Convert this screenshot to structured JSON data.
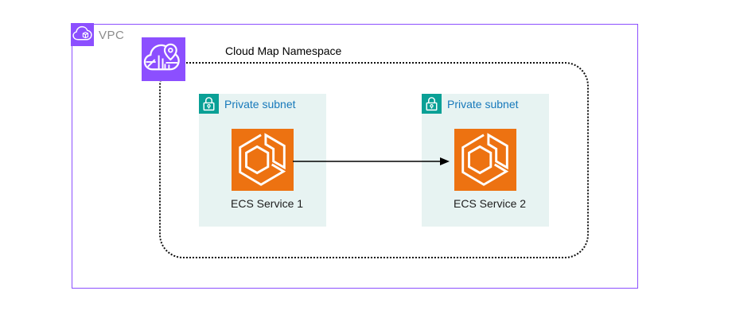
{
  "diagram": {
    "vpc": {
      "label": "VPC",
      "icon": "vpc-cloud-icon",
      "border_color": "#8C4FFF"
    },
    "namespace": {
      "label": "Cloud Map Namespace",
      "icon": "cloud-map-icon",
      "border_style": "dotted-rounded",
      "border_color": "#111111"
    },
    "subnets": [
      {
        "label": "Private subnet",
        "icon": "private-subnet-lock-icon",
        "service": {
          "label": "ECS Service 1",
          "icon": "ecs-icon"
        }
      },
      {
        "label": "Private subnet",
        "icon": "private-subnet-lock-icon",
        "service": {
          "label": "ECS Service 2",
          "icon": "ecs-icon"
        }
      }
    ],
    "connection": {
      "from": "ECS Service 1",
      "to": "ECS Service 2",
      "type": "solid-arrow",
      "color": "#000000"
    },
    "colors": {
      "purple": "#8C4FFF",
      "orange": "#ED7211",
      "teal": "#0AA096",
      "subnet_background": "#E7F3F2",
      "subnet_label_blue": "#1779BB",
      "vpc_label_gray": "#8C8C8C"
    }
  }
}
